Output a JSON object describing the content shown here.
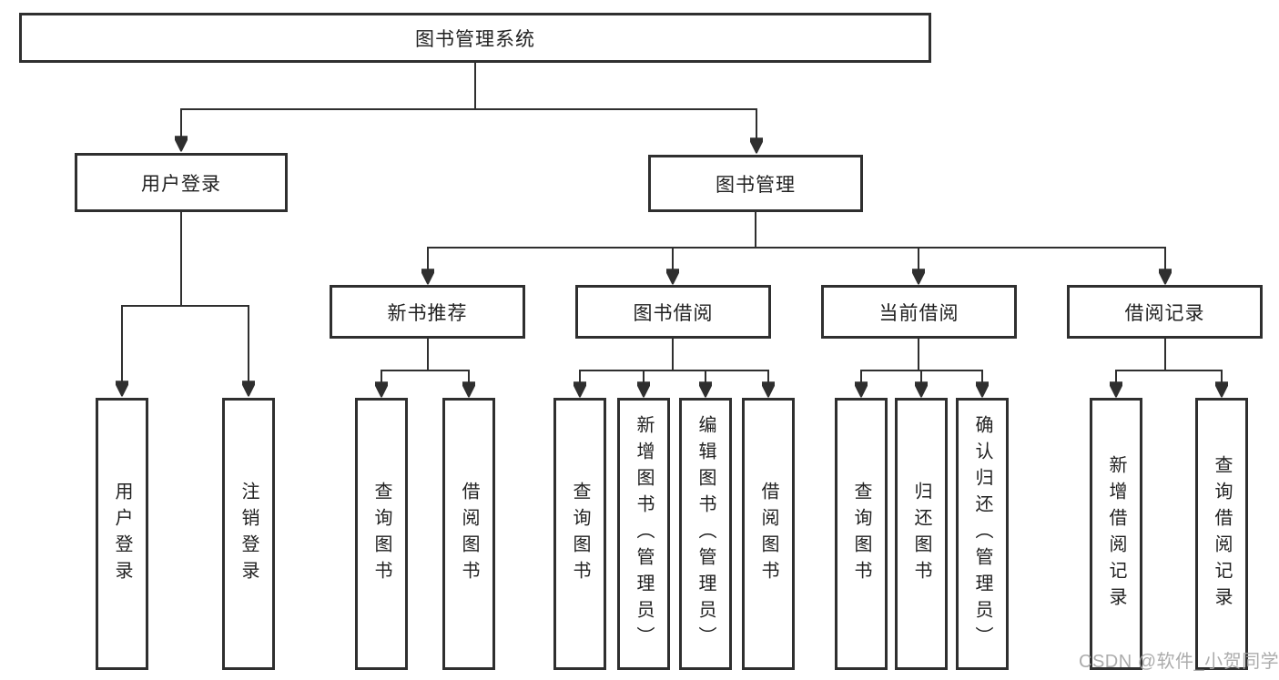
{
  "nodes": {
    "root": "图书管理系统",
    "user_login": {
      "label": "用户登录",
      "leaves": [
        "用户登录",
        "注销登录"
      ]
    },
    "book_mgmt": {
      "label": "图书管理",
      "groups": [
        {
          "label": "新书推荐",
          "leaves": [
            "查询图书",
            "借阅图书"
          ]
        },
        {
          "label": "图书借阅",
          "leaves": [
            "查询图书",
            "新增图书（管理员）",
            "编辑图书（管理员）",
            "借阅图书"
          ]
        },
        {
          "label": "当前借阅",
          "leaves": [
            "查询图书",
            "归还图书",
            "确认归还（管理员）"
          ]
        },
        {
          "label": "借阅记录",
          "leaves": [
            "新增借阅记录",
            "查询借阅记录"
          ]
        }
      ]
    }
  },
  "watermark": "CSDN @软件_小贺同学",
  "colors": {
    "line": "#2f2f2f",
    "text": "#212121",
    "watermark": "#a5a5a5",
    "background": "#ffffff"
  }
}
